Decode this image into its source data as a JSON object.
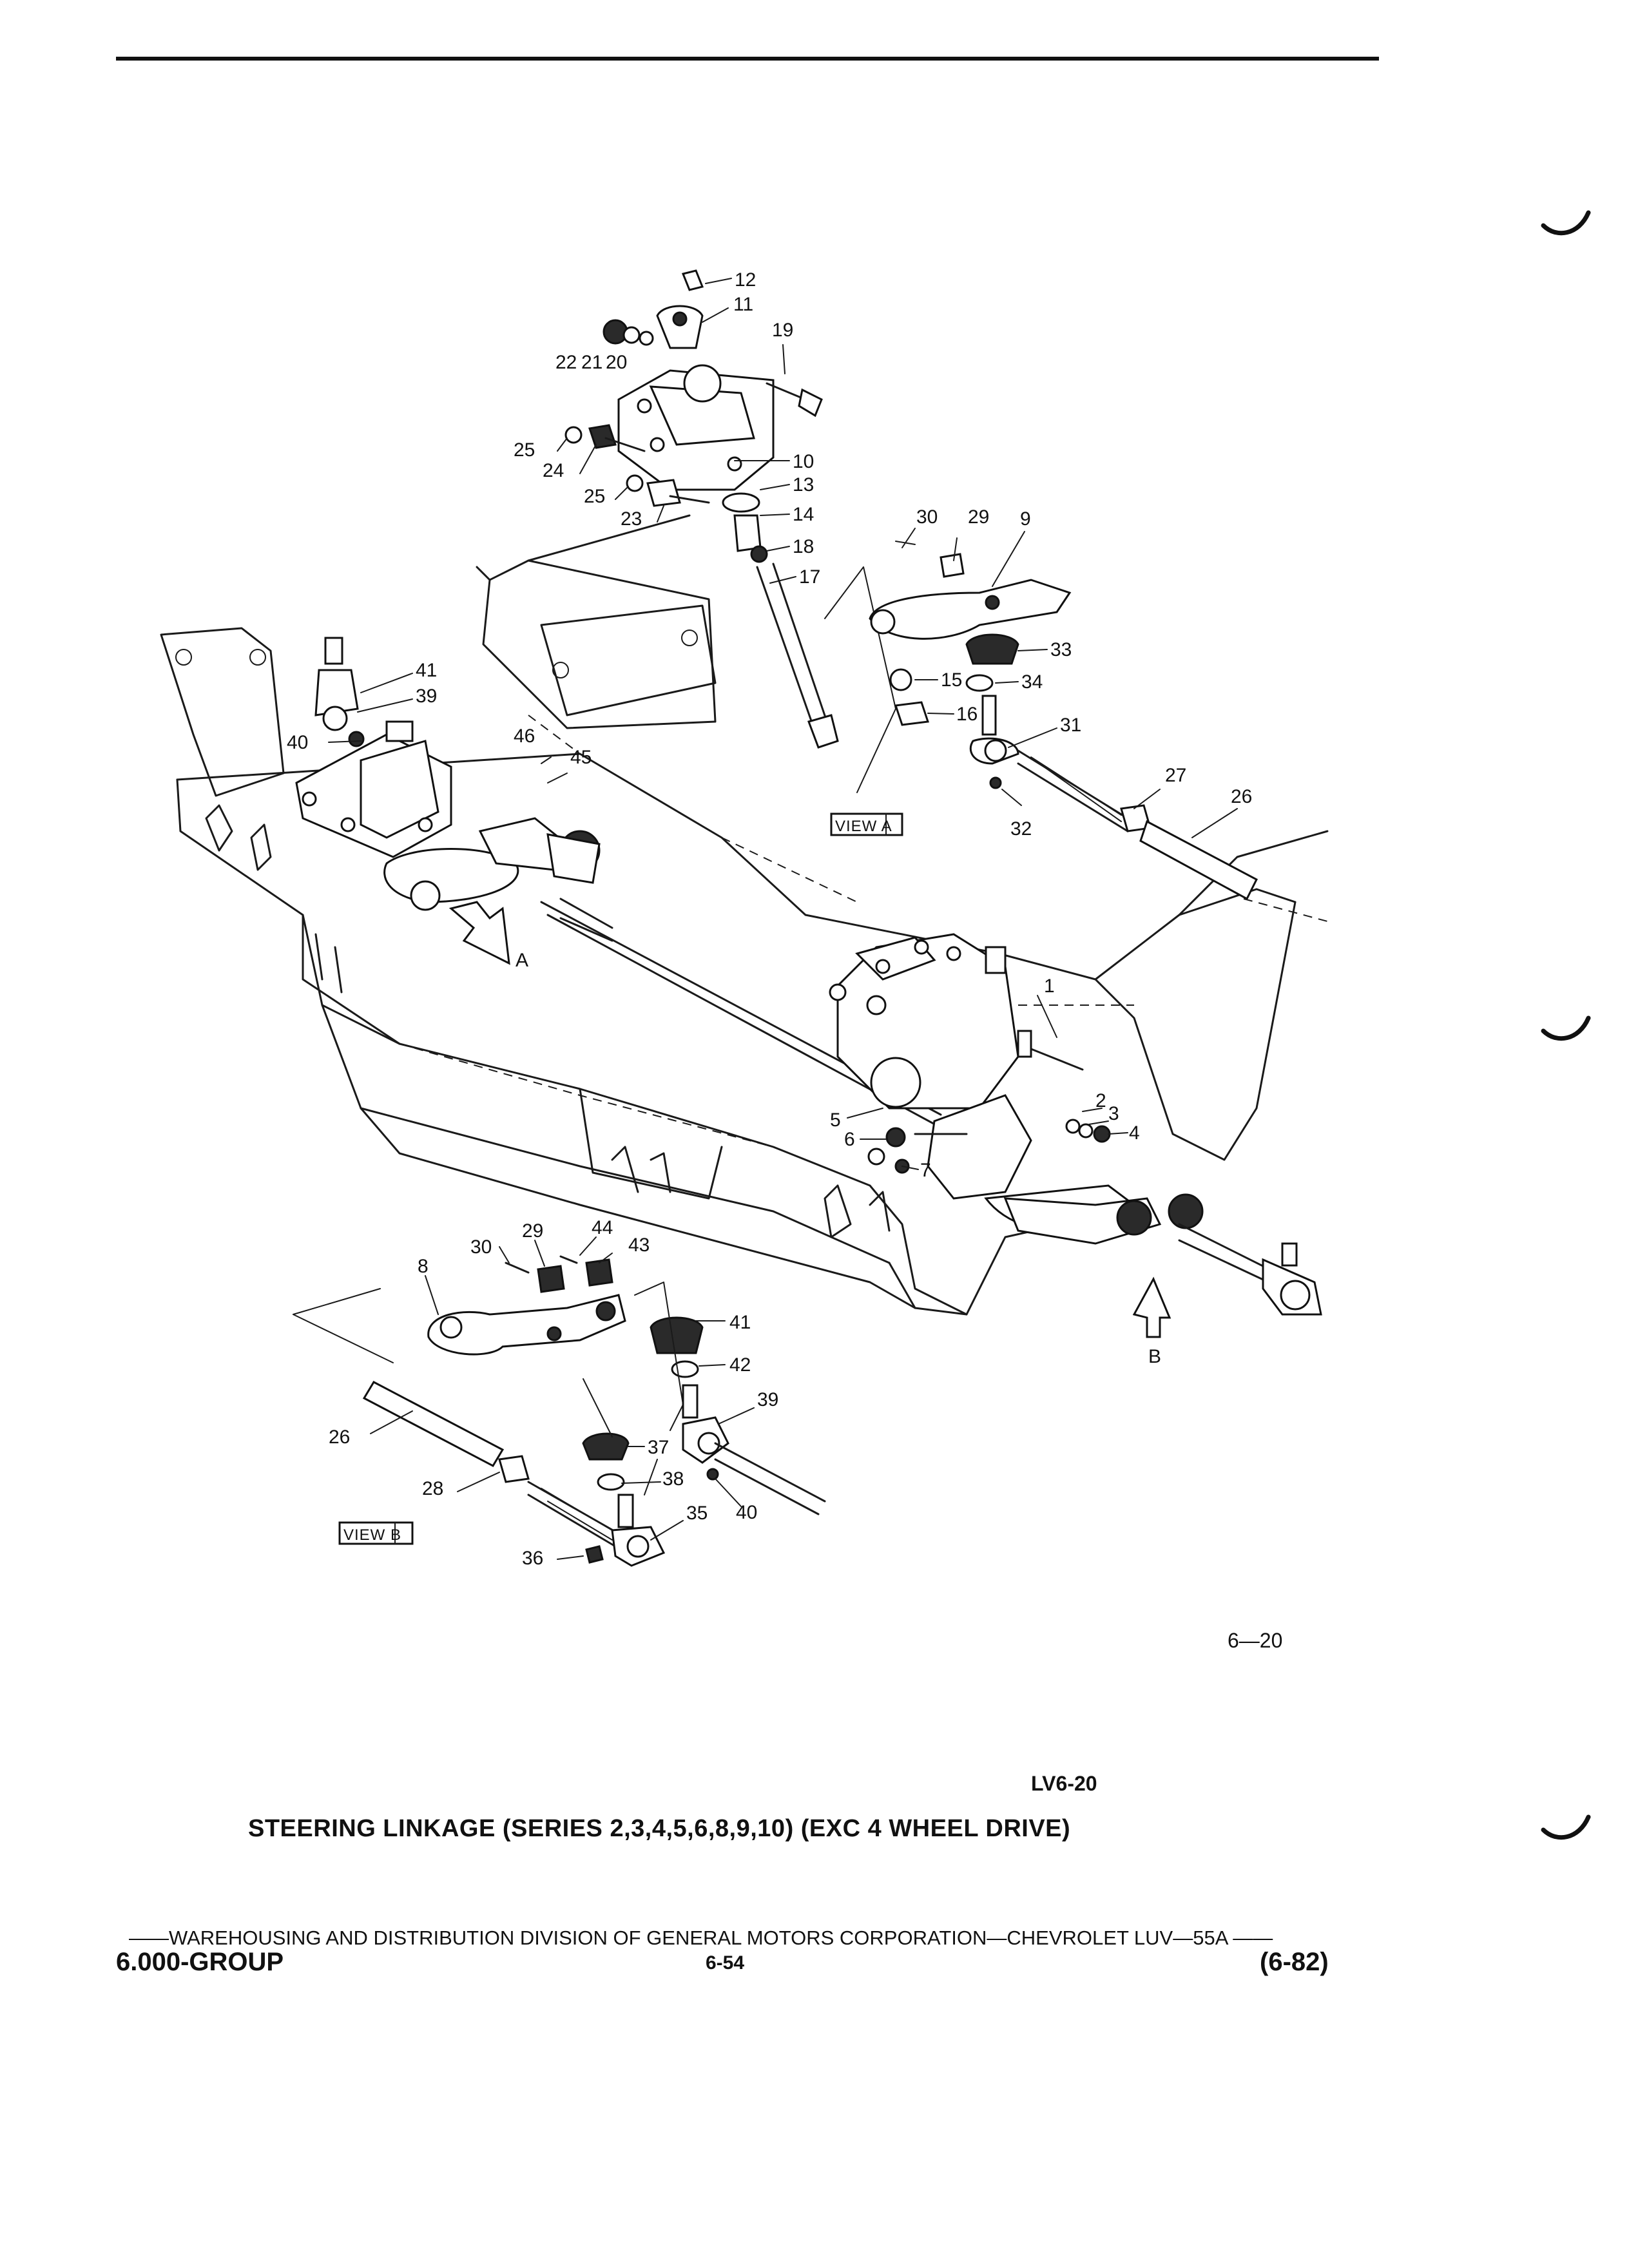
{
  "page": {
    "caption": "STEERING LINKAGE (SERIES 2,3,4,5,6,8,9,10) (EXC 4 WHEEL DRIVE)",
    "drawing_code": "LV6-20",
    "figure_number": "6—20"
  },
  "footer": {
    "publisher": "——WAREHOUSING AND DISTRIBUTION  DIVISION OF GENERAL MOTORS CORPORATION—CHEVROLET LUV—55A  ——",
    "group": "6.000-GROUP",
    "page_number": "6-54",
    "edition": "(6-82)"
  },
  "diagram": {
    "view_a_label": "VIEW A",
    "view_b_label": "VIEW B",
    "arrow_a_label": "A",
    "arrow_b_label": "B",
    "callouts": {
      "c12": "12",
      "c11": "11",
      "c19": "19",
      "c22": "22",
      "c21": "21",
      "c20": "20",
      "c10": "10",
      "c25a": "25",
      "c24": "24",
      "c25b": "25",
      "c23": "23",
      "c13": "13",
      "c14": "14",
      "c18": "18",
      "c17": "17",
      "c30a": "30",
      "c29a": "29",
      "c9": "9",
      "c33": "33",
      "c15": "15",
      "c34": "34",
      "c16": "16",
      "c31": "31",
      "c27": "27",
      "c26a": "26",
      "c32": "32",
      "c41a": "41",
      "c39a": "39",
      "c40a": "40",
      "c46": "46",
      "c45": "45",
      "c1": "1",
      "c2": "2",
      "c3": "3",
      "c4": "4",
      "c5": "5",
      "c6": "6",
      "c7": "7",
      "c29b": "29",
      "c30b": "30",
      "c44": "44",
      "c43": "43",
      "c8": "8",
      "c41b": "41",
      "c42": "42",
      "c39b": "39",
      "c26b": "26",
      "c37": "37",
      "c28": "28",
      "c38": "38",
      "c35": "35",
      "c40b": "40",
      "c36": "36"
    }
  }
}
